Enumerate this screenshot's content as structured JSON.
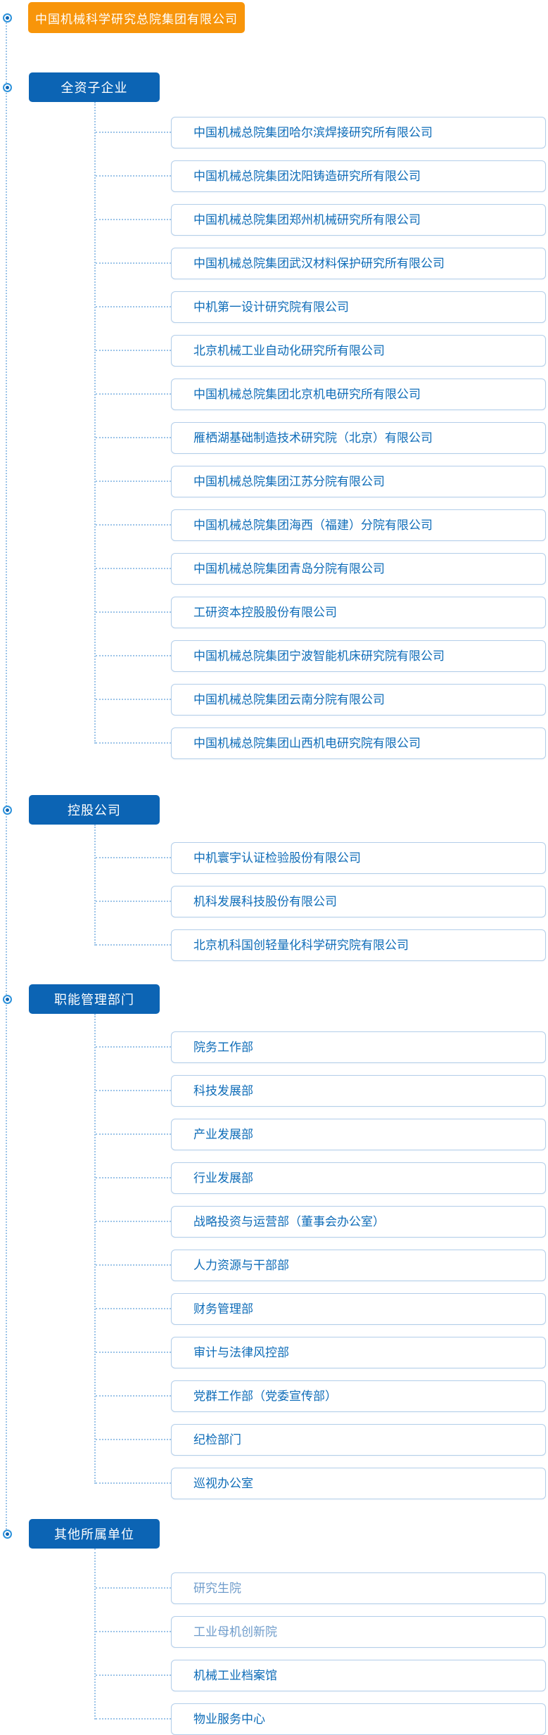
{
  "root": {
    "label": "中国机械科学研究总院集团有限公司"
  },
  "colors": {
    "root_bg": "#F8950A",
    "section_bg": "#0C64B4",
    "item_text": "#0E6CB8",
    "item_muted_text": "#6F9CCB",
    "item_border": "#B3CEE9",
    "connector": "#9CC4E8"
  },
  "sections": [
    {
      "label": "全资子企业",
      "items": [
        {
          "label": "中国机械总院集团哈尔滨焊接研究所有限公司"
        },
        {
          "label": "中国机械总院集团沈阳铸造研究所有限公司"
        },
        {
          "label": "中国机械总院集团郑州机械研究所有限公司"
        },
        {
          "label": "中国机械总院集团武汉材料保护研究所有限公司"
        },
        {
          "label": "中机第一设计研究院有限公司"
        },
        {
          "label": "北京机械工业自动化研究所有限公司"
        },
        {
          "label": "中国机械总院集团北京机电研究所有限公司"
        },
        {
          "label": "雁栖湖基础制造技术研究院（北京）有限公司"
        },
        {
          "label": "中国机械总院集团江苏分院有限公司"
        },
        {
          "label": "中国机械总院集团海西（福建）分院有限公司"
        },
        {
          "label": "中国机械总院集团青岛分院有限公司"
        },
        {
          "label": "工研资本控股股份有限公司"
        },
        {
          "label": "中国机械总院集团宁波智能机床研究院有限公司"
        },
        {
          "label": "中国机械总院集团云南分院有限公司"
        },
        {
          "label": "中国机械总院集团山西机电研究院有限公司"
        }
      ]
    },
    {
      "label": "控股公司",
      "items": [
        {
          "label": "中机寰宇认证检验股份有限公司"
        },
        {
          "label": "机科发展科技股份有限公司"
        },
        {
          "label": "北京机科国创轻量化科学研究院有限公司"
        }
      ]
    },
    {
      "label": "职能管理部门",
      "items": [
        {
          "label": "院务工作部"
        },
        {
          "label": "科技发展部"
        },
        {
          "label": "产业发展部"
        },
        {
          "label": "行业发展部"
        },
        {
          "label": "战略投资与运营部（董事会办公室）"
        },
        {
          "label": "人力资源与干部部"
        },
        {
          "label": "财务管理部"
        },
        {
          "label": "审计与法律风控部"
        },
        {
          "label": "党群工作部（党委宣传部）"
        },
        {
          "label": "纪检部门"
        },
        {
          "label": "巡视办公室"
        }
      ]
    },
    {
      "label": "其他所属单位",
      "items": [
        {
          "label": "研究生院",
          "muted": true
        },
        {
          "label": "工业母机创新院",
          "muted": true
        },
        {
          "label": "机械工业档案馆"
        },
        {
          "label": "物业服务中心"
        }
      ]
    }
  ]
}
